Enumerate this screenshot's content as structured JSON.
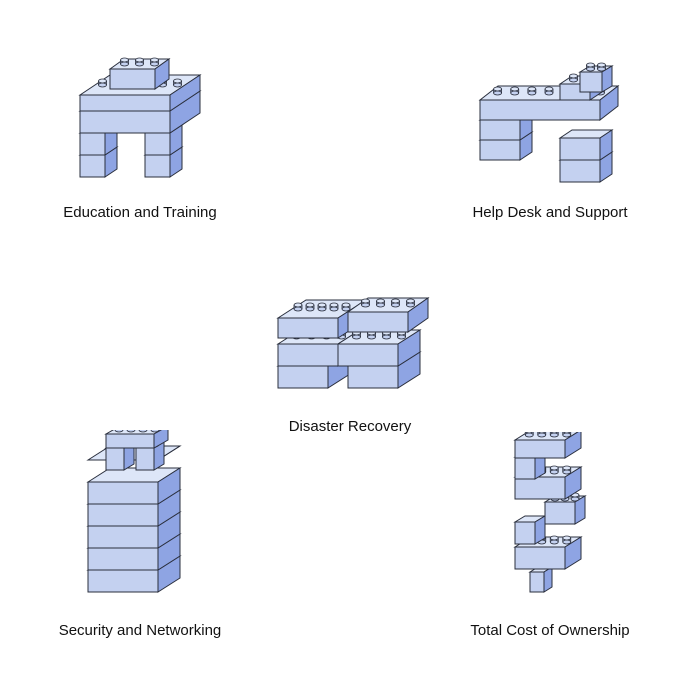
{
  "colors": {
    "brick_top": "#dde6f8",
    "brick_left": "#c4d1f0",
    "brick_right": "#8ea4e3",
    "stroke": "#2a2f3d",
    "text": "#111111",
    "background": "#ffffff"
  },
  "figures": [
    {
      "id": "education",
      "icon": "lego-arch-icon",
      "label": "Education and Training"
    },
    {
      "id": "helpdesk",
      "icon": "lego-dog-icon",
      "label": "Help Desk and Support"
    },
    {
      "id": "disaster",
      "icon": "lego-x-icon",
      "label": "Disaster Recovery"
    },
    {
      "id": "security",
      "icon": "lego-padlock-icon",
      "label": "Security and Networking"
    },
    {
      "id": "cost",
      "icon": "lego-dollar-icon",
      "label": "Total Cost of Ownership"
    }
  ]
}
